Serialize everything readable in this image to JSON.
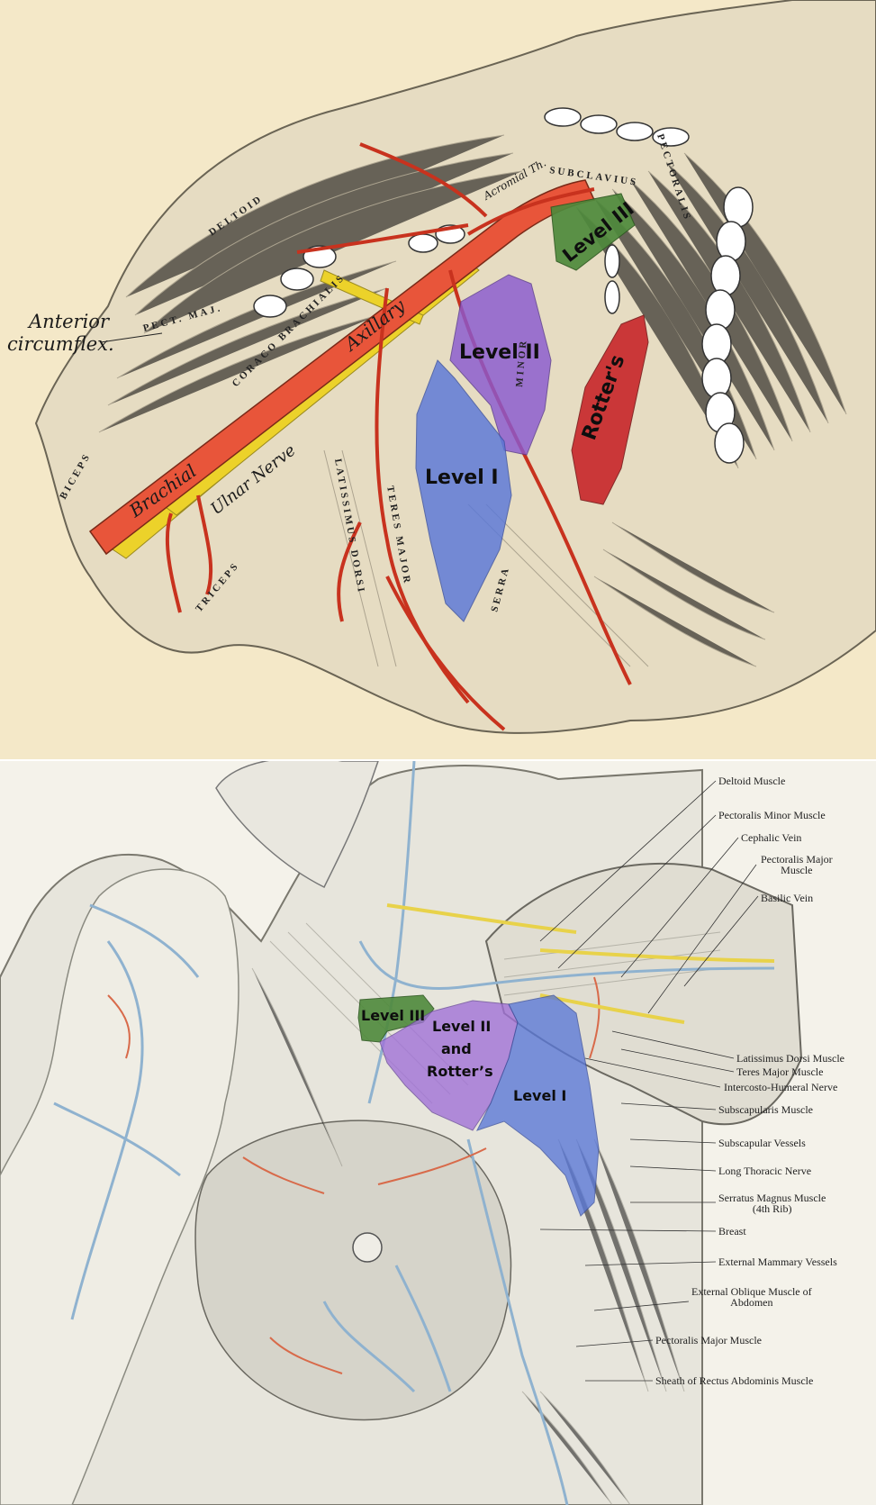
{
  "top_figure": {
    "anterior_circumflex": [
      "Anterior",
      "circumflex."
    ],
    "vessel_labels": {
      "axillary": "Axillary",
      "brachial": "Brachial",
      "ulnar_nerve": "Ulnar Nerve",
      "acromial_thoracic": "Acromial Th."
    },
    "muscle_labels": {
      "deltoid": "DELTOID",
      "pect_maj": "PECT. MAJ.",
      "coraco_brachialis": "CORACO BRACHIALIS",
      "biceps": "BICEPS",
      "triceps": "TRICEPS",
      "latissimus_dorsi": "LATISSIMUS DORSI",
      "teres_major": "TERES MAJOR",
      "subclavius": "SUBCLAVIUS",
      "pectoralis": "PECTORALIS",
      "minor": "MINOR",
      "serratus": "SERRA"
    },
    "level_labels": {
      "level_three": "Level III",
      "level_two": "Level II",
      "level_one": "Level I",
      "rotters": "Rotter's"
    },
    "colors": {
      "level_three": "#4f8a3c",
      "level_two": "#8a5ad0",
      "level_one": "#5a78d8",
      "rotters": "#c8262a",
      "artery": "#e8553a",
      "nerve": "#ecd22a"
    }
  },
  "bottom_figure": {
    "level_labels": {
      "level_three": "Level III",
      "level_two_rotters": [
        "Level II",
        "and",
        "Rotter’s"
      ],
      "level_one": "Level I"
    },
    "colors": {
      "level_three": "#4f8a3c",
      "level_two_rotters": "#a070d8",
      "level_one": "#5a78d8",
      "vein": "#8fb2cf",
      "artery": "#d86a4a"
    },
    "leader_labels": [
      "Deltoid Muscle",
      "Pectoralis Minor Muscle",
      "Cephalic Vein",
      "Pectoralis Major\nMuscle",
      "Basilic Vein",
      "Latissimus Dorsi Muscle",
      "Teres Major Muscle",
      "Intercosto-Humeral Nerve",
      "Subscapularis Muscle",
      "Subscapular Vessels",
      "Long Thoracic Nerve",
      "Serratus Magnus Muscle\n(4th Rib)",
      "Breast",
      "External Mammary Vessels",
      "External Oblique Muscle of\nAbdomen",
      "Pectoralis Major Muscle",
      "Sheath of Rectus Abdominis Muscle"
    ]
  }
}
